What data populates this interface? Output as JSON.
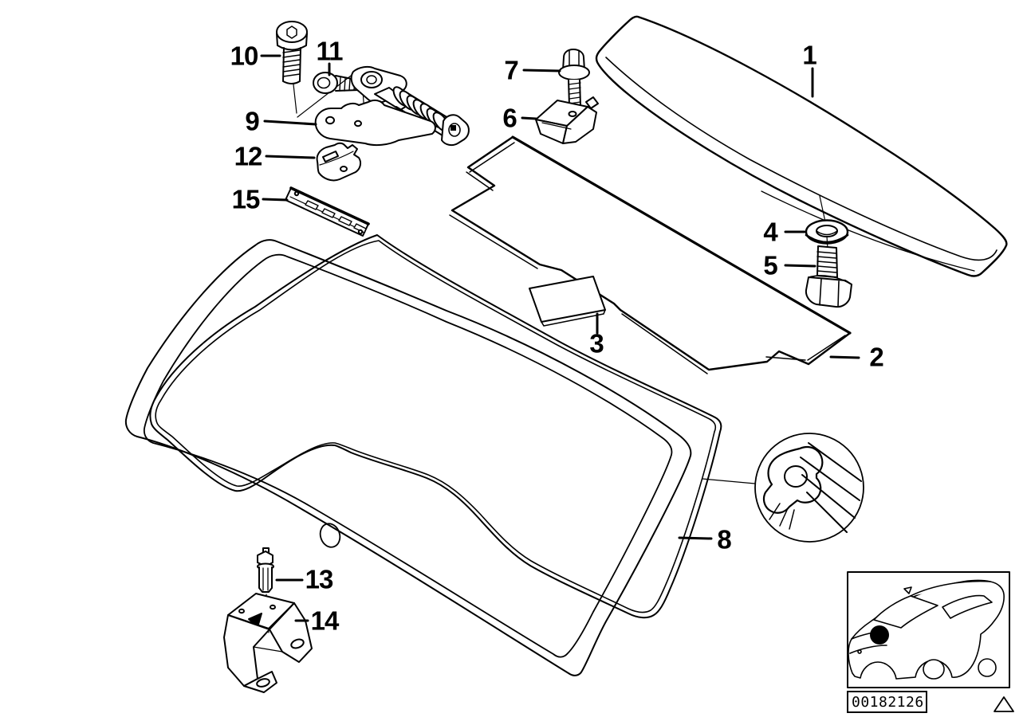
{
  "diagram": {
    "kind": "exploded-parts-diagram",
    "background_color": "#ffffff",
    "line_color": "#000000"
  },
  "callouts": {
    "c1": {
      "label": "1"
    },
    "c2": {
      "label": "2"
    },
    "c3": {
      "label": "3"
    },
    "c4": {
      "label": "4"
    },
    "c5": {
      "label": "5"
    },
    "c6": {
      "label": "6"
    },
    "c7": {
      "label": "7"
    },
    "c8": {
      "label": "8"
    },
    "c9": {
      "label": "9"
    },
    "c10": {
      "label": "10"
    },
    "c11": {
      "label": "11"
    },
    "c12": {
      "label": "12"
    },
    "c13": {
      "label": "13"
    },
    "c14": {
      "label": "14"
    },
    "c15": {
      "label": "15"
    }
  },
  "footer": {
    "image_number": "00182126"
  },
  "icons": {
    "car_location": "car-silhouette-with-location-dot",
    "warning_triangle": "triangle-outline",
    "detail_magnifier": "seal-cross-section-circle"
  }
}
